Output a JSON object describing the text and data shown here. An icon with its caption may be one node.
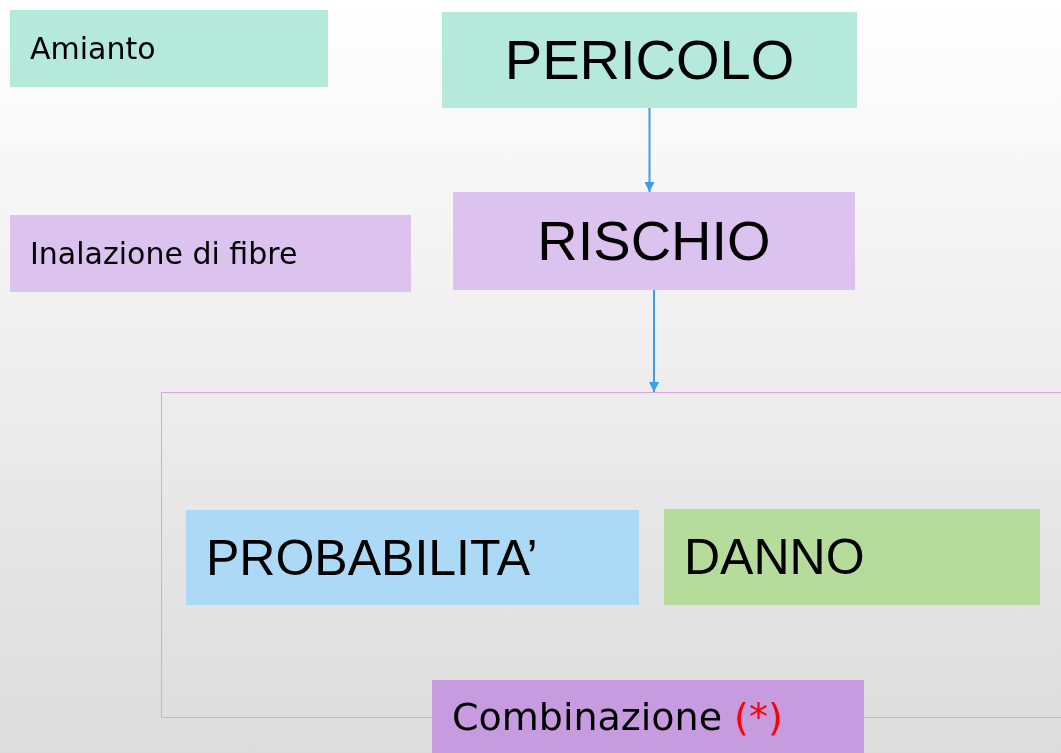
{
  "diagram": {
    "nodes": [
      {
        "text": [
          "Amianto"
        ]
      },
      {
        "text": [
          "PERICOLO"
        ]
      },
      {
        "text": [
          "Inalazione di fibre"
        ]
      },
      {
        "text": [
          "RISCHIO"
        ]
      },
      {
        "text": [],
        "shape": "box"
      },
      {
        "text": [
          "PROBABILITA’"
        ],
        "in": 4
      },
      {
        "text": [
          "DANNO"
        ],
        "in": 4
      },
      {
        "text": [
          "Combinazione",
          "(*)"
        ]
      }
    ],
    "edges": [
      {
        "from": 1,
        "to": 3,
        "arrow": "to"
      },
      {
        "from": 3,
        "to": 4,
        "arrow": "to"
      }
    ]
  }
}
